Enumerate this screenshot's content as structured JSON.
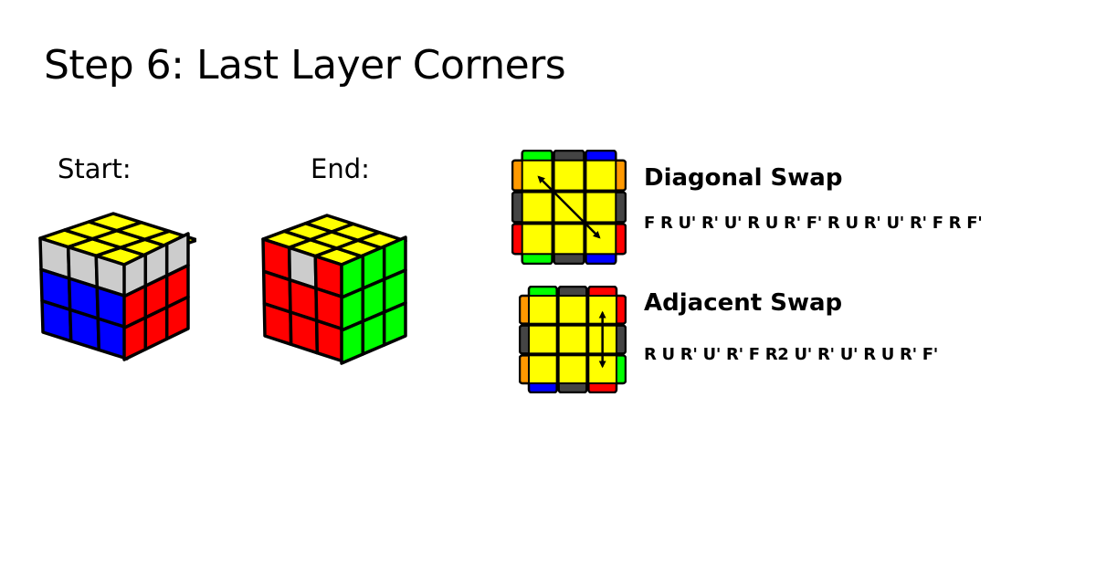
{
  "page": {
    "title": "Step 6: Last Layer Corners"
  },
  "start_label": "Start:",
  "end_label": "End:",
  "cases": [
    {
      "name": "Diagonal Swap",
      "algorithm": "F R U' R' U' R U R' F' R U R' U' R' F R F'"
    },
    {
      "name": "Adjacent Swap",
      "algorithm": "R U R' U' R' F R2 U' R' U' R U R' F'"
    }
  ],
  "colors": {
    "yellow": "#ffff00",
    "white": "#cccccc",
    "red": "#ff0000",
    "blue": "#0000ff",
    "green": "#00ff00",
    "orange": "#ff9900",
    "gray": "#444444",
    "border": "#000000"
  },
  "cube_start": {
    "top": [
      [
        "yellow",
        "yellow",
        "yellow"
      ],
      [
        "yellow",
        "yellow",
        "yellow"
      ],
      [
        "yellow",
        "yellow",
        "yellow"
      ]
    ],
    "left": [
      [
        "white",
        "white",
        "white"
      ],
      [
        "blue",
        "blue",
        "blue"
      ],
      [
        "blue",
        "blue",
        "blue"
      ]
    ],
    "right": [
      [
        "white",
        "white",
        "white"
      ],
      [
        "red",
        "red",
        "red"
      ],
      [
        "red",
        "red",
        "red"
      ]
    ]
  },
  "cube_end": {
    "top": [
      [
        "yellow",
        "yellow",
        "yellow"
      ],
      [
        "yellow",
        "yellow",
        "yellow"
      ],
      [
        "yellow",
        "yellow",
        "yellow"
      ]
    ],
    "left": [
      [
        "red",
        "white",
        "red"
      ],
      [
        "red",
        "red",
        "red"
      ],
      [
        "red",
        "red",
        "red"
      ]
    ],
    "right": [
      [
        "green",
        "green",
        "green"
      ],
      [
        "green",
        "green",
        "green"
      ],
      [
        "green",
        "green",
        "green"
      ]
    ]
  },
  "case_diagonal": {
    "top": [
      "green",
      "gray",
      "blue"
    ],
    "right": [
      "orange",
      "gray",
      "red"
    ],
    "bottom": [
      "green",
      "gray",
      "blue"
    ],
    "left": [
      "orange",
      "gray",
      "red"
    ],
    "arrow": "diagonal"
  },
  "case_adjacent": {
    "top": [
      "green",
      "gray",
      "red"
    ],
    "right": [
      "red",
      "gray",
      "green"
    ],
    "bottom": [
      "blue",
      "gray",
      "red"
    ],
    "left": [
      "orange",
      "gray",
      "orange"
    ],
    "arrow": "vertical"
  }
}
